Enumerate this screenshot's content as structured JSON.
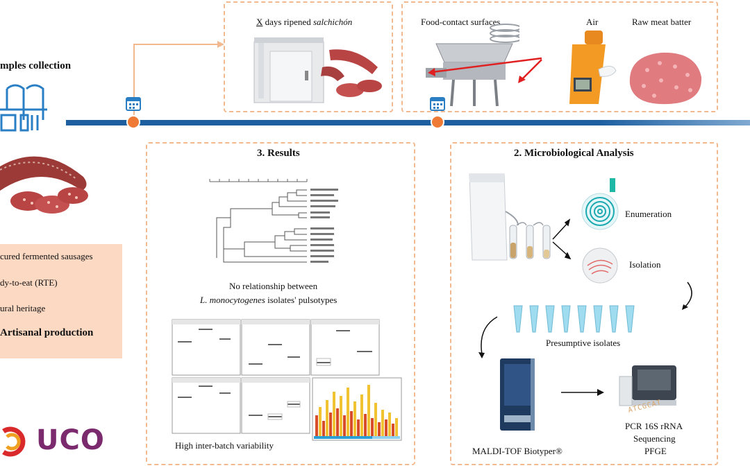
{
  "timeline": {
    "color": "#1e5fa0",
    "node_color": "#ee7a35"
  },
  "left": {
    "title": "mples collection",
    "items": [
      "cured fermented sausages",
      "dy-to-eat (RTE)",
      "ural heritage",
      "Artisanal production"
    ],
    "logo_text": "UCO",
    "box_color": "#fcd9c3"
  },
  "top_box": {
    "caption_prefix": "X",
    "caption_mid": " days ripened ",
    "caption_italic": "salchichón"
  },
  "samples": {
    "food_contact": "Food-contact surfaces",
    "air": "Air",
    "raw_meat": "Raw meat batter"
  },
  "results": {
    "title": "3. Results",
    "caption_line1": "No relationship between",
    "caption_species": "L. monocytogenes",
    "caption_rest": " isolates' pulsotypes",
    "variability": "High inter-batch variability"
  },
  "analysis": {
    "title": "2. Microbiological Analysis",
    "enumeration": "Enumeration",
    "isolation": "Isolation",
    "presumptive": "Presumptive isolates",
    "maldi": "MALDI-TOF Biotyper®",
    "methods": [
      "PCR 16S rRNA",
      "Sequencing",
      "PFGE"
    ],
    "dna_text": "ATCGCAT"
  }
}
